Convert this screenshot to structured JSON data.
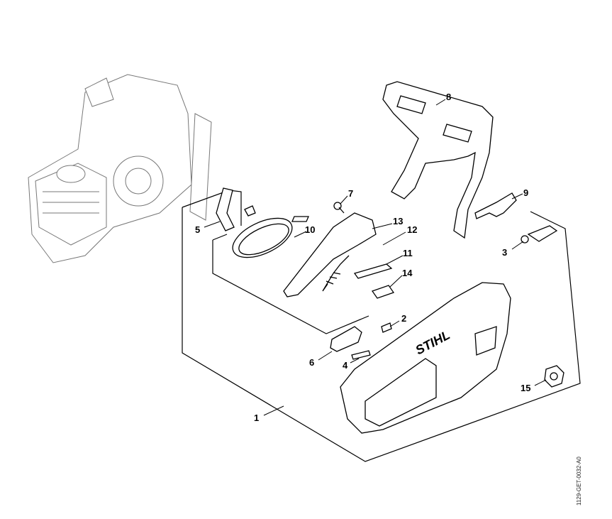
{
  "diagram": {
    "brand_label": "STIHL",
    "drawing_code": "1129-GET-0032-A0",
    "callouts": [
      {
        "number": "1"
      },
      {
        "number": "2"
      },
      {
        "number": "3"
      },
      {
        "number": "4"
      },
      {
        "number": "5"
      },
      {
        "number": "6"
      },
      {
        "number": "7"
      },
      {
        "number": "8"
      },
      {
        "number": "9"
      },
      {
        "number": "10"
      },
      {
        "number": "11"
      },
      {
        "number": "12"
      },
      {
        "number": "13"
      },
      {
        "number": "14"
      },
      {
        "number": "15"
      }
    ]
  }
}
